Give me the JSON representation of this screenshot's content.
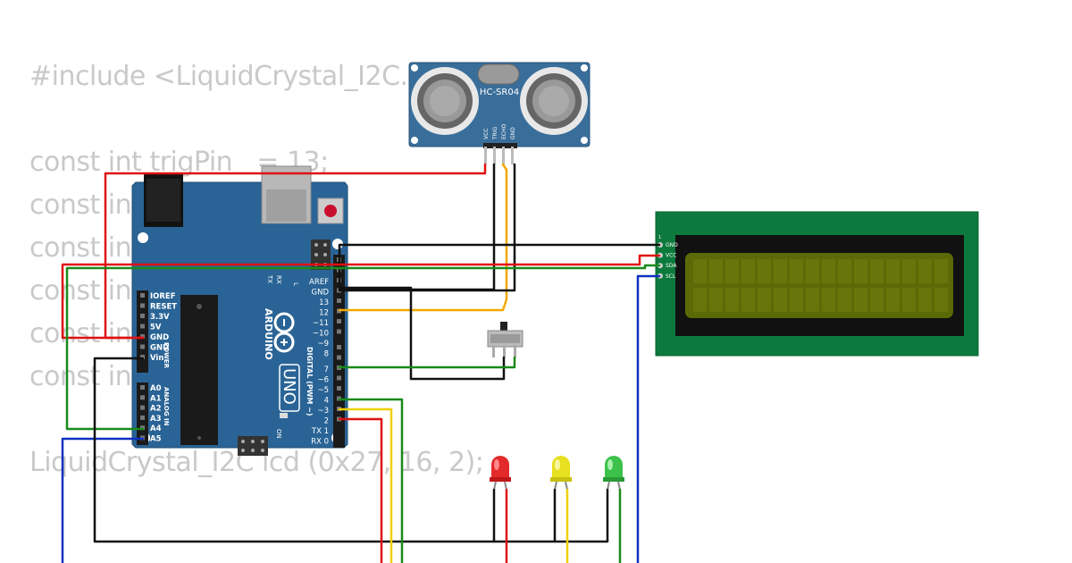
{
  "code_lines": [
    "#include <LiquidCrystal_I2C.",
    "const int trigPin   = 13;",
    "const in",
    "const in",
    "const in",
    "const in",
    "const in",
    "LiquidCrystal_I2C lcd (0x27, 16, 2);"
  ],
  "sensor": {
    "label": "HC-SR04",
    "pins": [
      "VCC",
      "TRIG",
      "ECHO",
      "GND"
    ]
  },
  "arduino": {
    "brand": "ARDUINO",
    "model": "UNO",
    "power_label": "POWER",
    "analog_label": "ANALOG IN",
    "digital_label": "DIGITAL (PWM ~)",
    "on_label": "ON",
    "tx_label": "TX",
    "rx_label": "RX",
    "l_label": "L",
    "power_pins": [
      "IOREF",
      "RESET",
      "3.3V",
      "5V",
      "GND",
      "GND",
      "Vin"
    ],
    "analog_pins": [
      "A0",
      "A1",
      "A2",
      "A3",
      "A4",
      "A5"
    ],
    "digital_pins": [
      "AREF",
      "GND",
      "13",
      "12",
      "~11",
      "~10",
      "~9",
      "8",
      "7",
      "~6",
      "~5",
      "4",
      "~3",
      "2",
      "TX 1",
      "RX 0"
    ]
  },
  "lcd": {
    "pin1": "1",
    "pins": [
      "GND",
      "VCC",
      "SDA",
      "SCL"
    ]
  },
  "colors": {
    "wire_red": "#e01010",
    "wire_black": "#111111",
    "wire_orange": "#f2a800",
    "wire_green": "#1a8a1a",
    "wire_yellow": "#f0d000",
    "wire_blue": "#1030c0",
    "board": "#2a6496",
    "lcd_pcb": "#0c7a3c",
    "lcd_screen": "#5b6a06"
  }
}
